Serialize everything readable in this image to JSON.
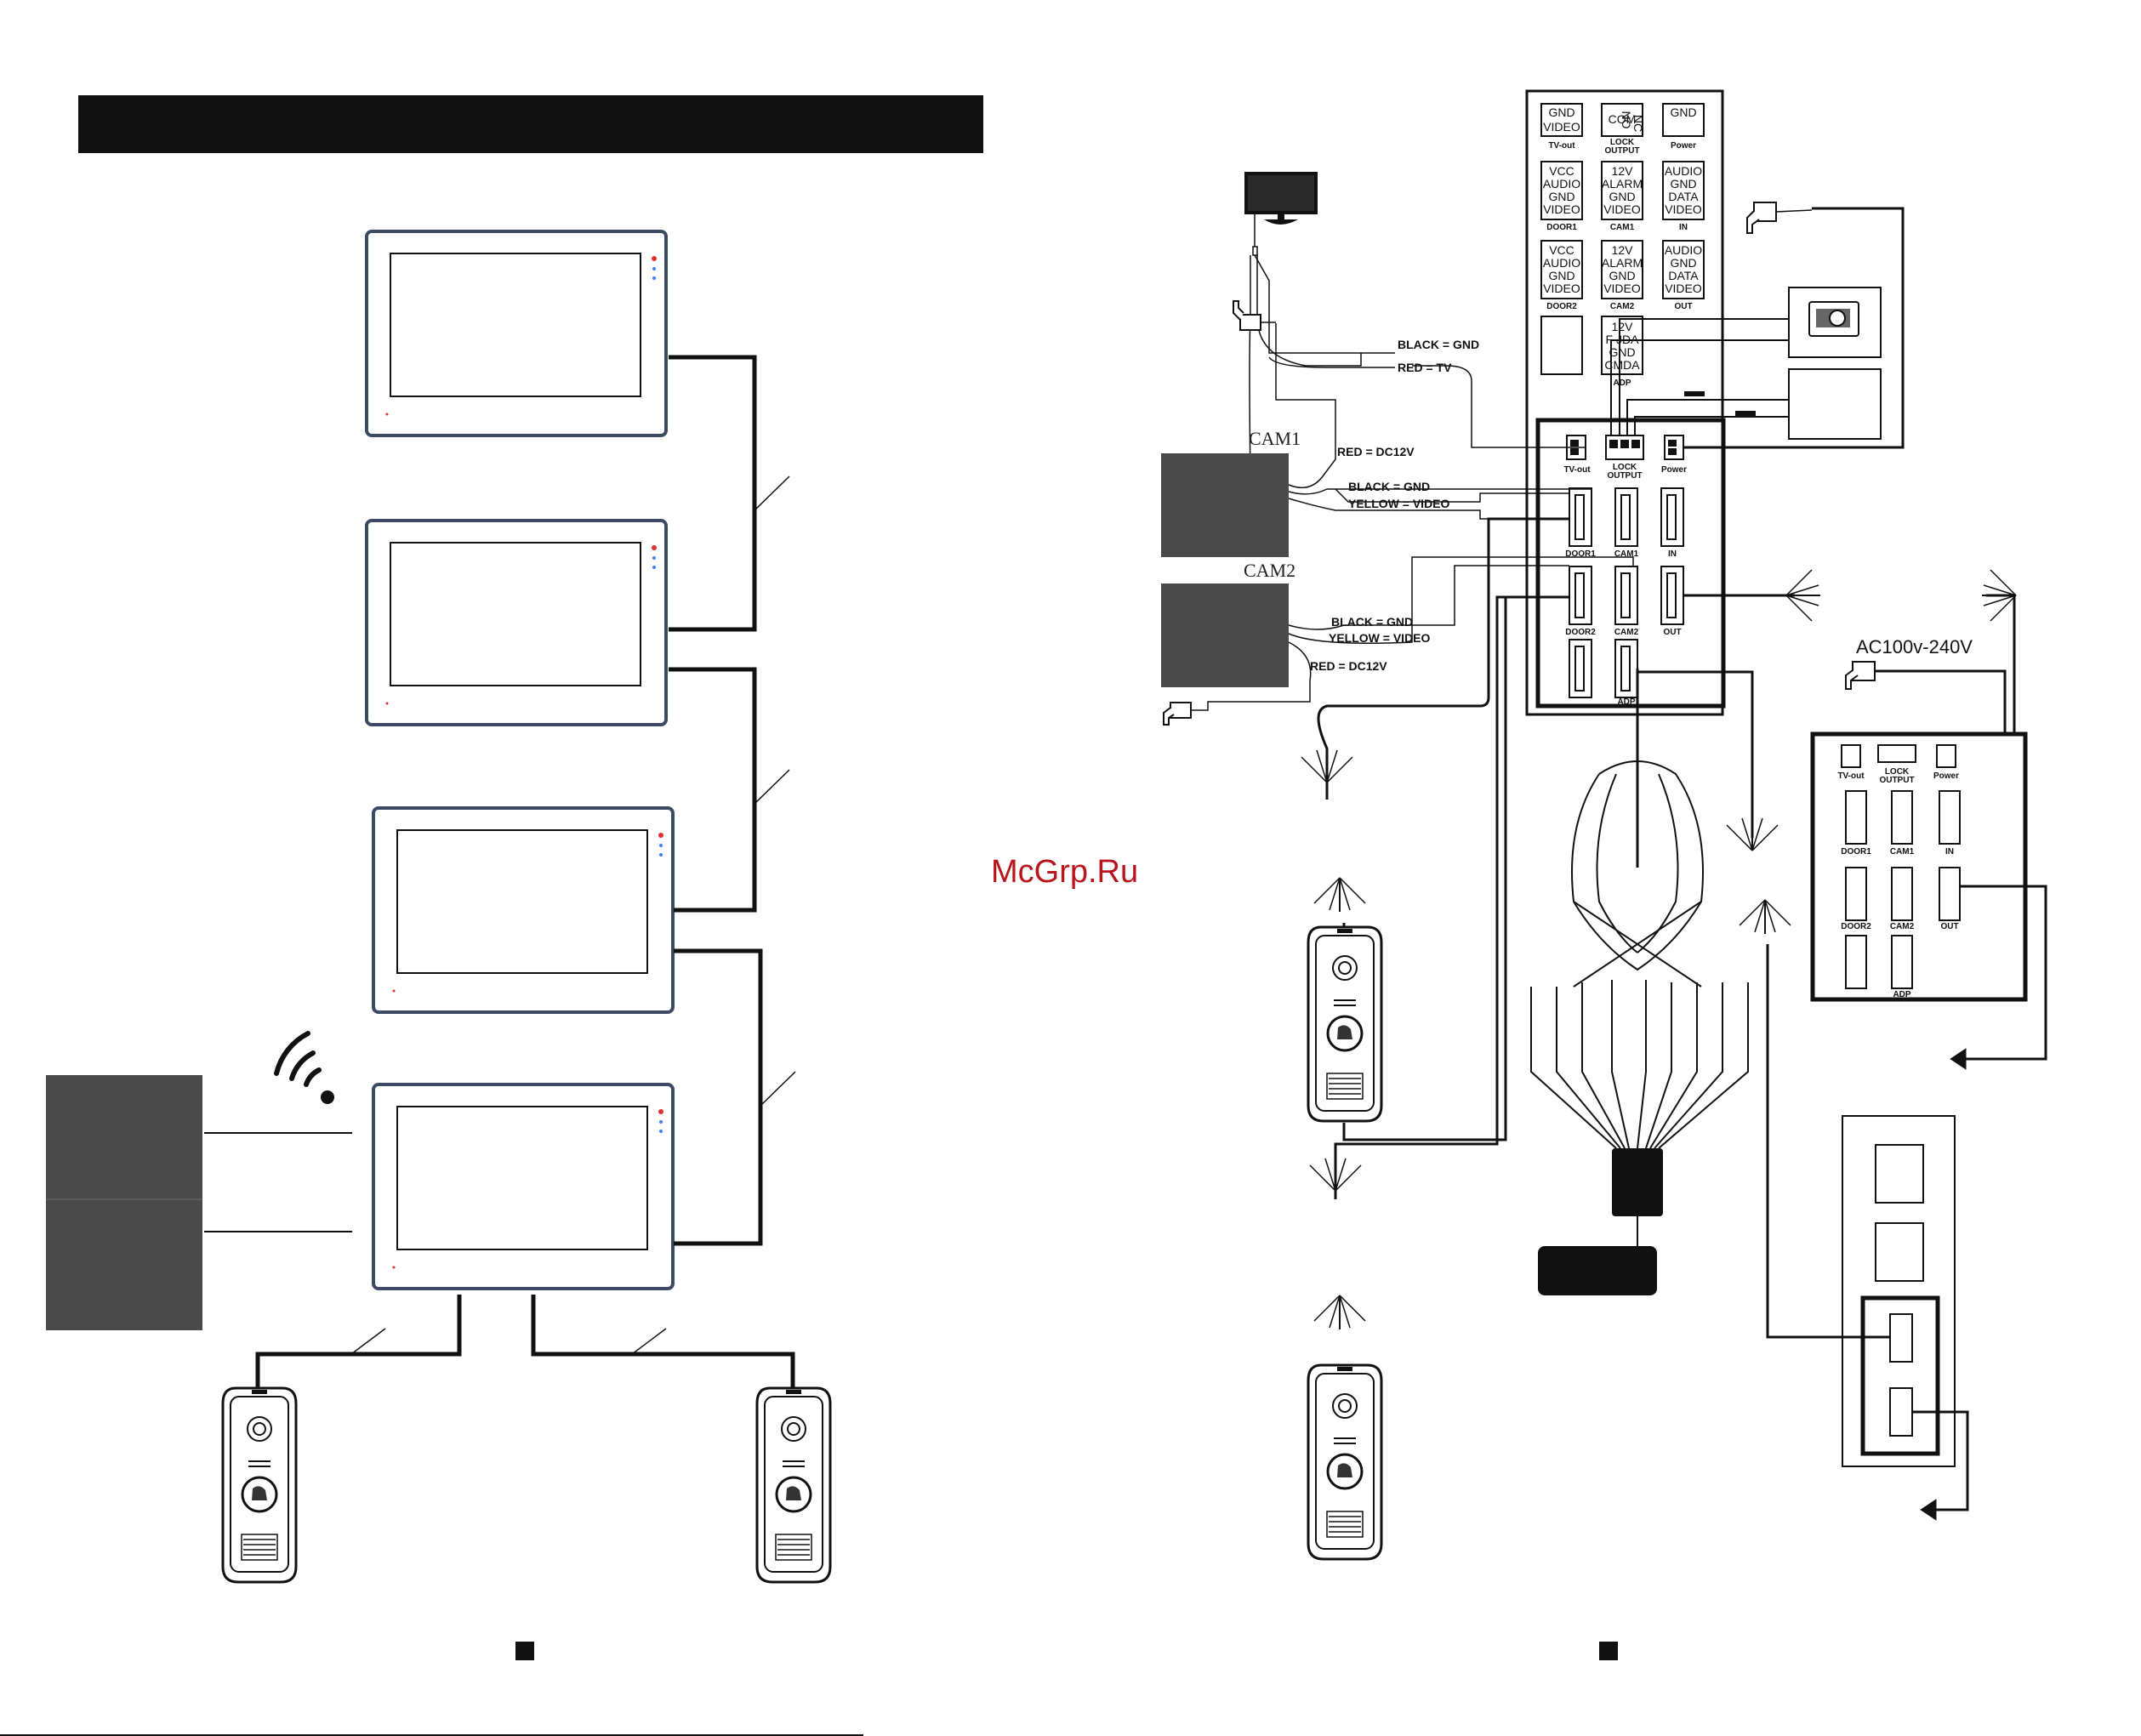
{
  "watermark": "McGrp.Ru",
  "terminals": {
    "tvout": [
      "GND",
      "VIDEO"
    ],
    "lock": [
      "NO",
      "COM",
      "NC"
    ],
    "power": [
      "GND"
    ],
    "door1": [
      "VCC",
      "AUDIO",
      "GND",
      "VIDEO"
    ],
    "cam1": [
      "12V",
      "ALARM",
      "GND",
      "VIDEO"
    ],
    "in": [
      "AUDIO",
      "GND",
      "DATA",
      "VIDEO"
    ],
    "door2": [
      "VCC",
      "AUDIO",
      "GND",
      "VIDEO"
    ],
    "cam2": [
      "12V",
      "ALARM",
      "GND",
      "VIDEO"
    ],
    "out": [
      "AUDIO",
      "GND",
      "DATA",
      "VIDEO"
    ],
    "adp": [
      "12V",
      "F JDA",
      "GND",
      "CMDA"
    ]
  },
  "port_labels": {
    "tvout": "TV-out",
    "lock": [
      "LOCK",
      "OUTPUT"
    ],
    "power": "Power",
    "door1": "DOOR1",
    "cam1": "CAM1",
    "in": "IN",
    "door2": "DOOR2",
    "cam2": "CAM2",
    "out": "OUT",
    "adp": "ADP"
  },
  "wire_labels": {
    "tv_black": "BLACK = GND",
    "tv_red": "RED = TV",
    "cam1_red": "RED = DC12V",
    "cam1_black": "BLACK = GND",
    "cam1_yellow": "YELLOW = VIDEO",
    "cam2_black": "BLACK = GND",
    "cam2_yellow": "YELLOW = VIDEO",
    "cam2_red": "RED = DC12V"
  },
  "camera_labels": [
    "CAM1",
    "CAM2"
  ],
  "ac_label": "AC100v-240V",
  "colors": {
    "ink": "#111111",
    "panel": "#4a4a4a",
    "monitor_frame": "#3d4a66",
    "led_red": "#e03030",
    "led_blue": "#4080ff"
  }
}
